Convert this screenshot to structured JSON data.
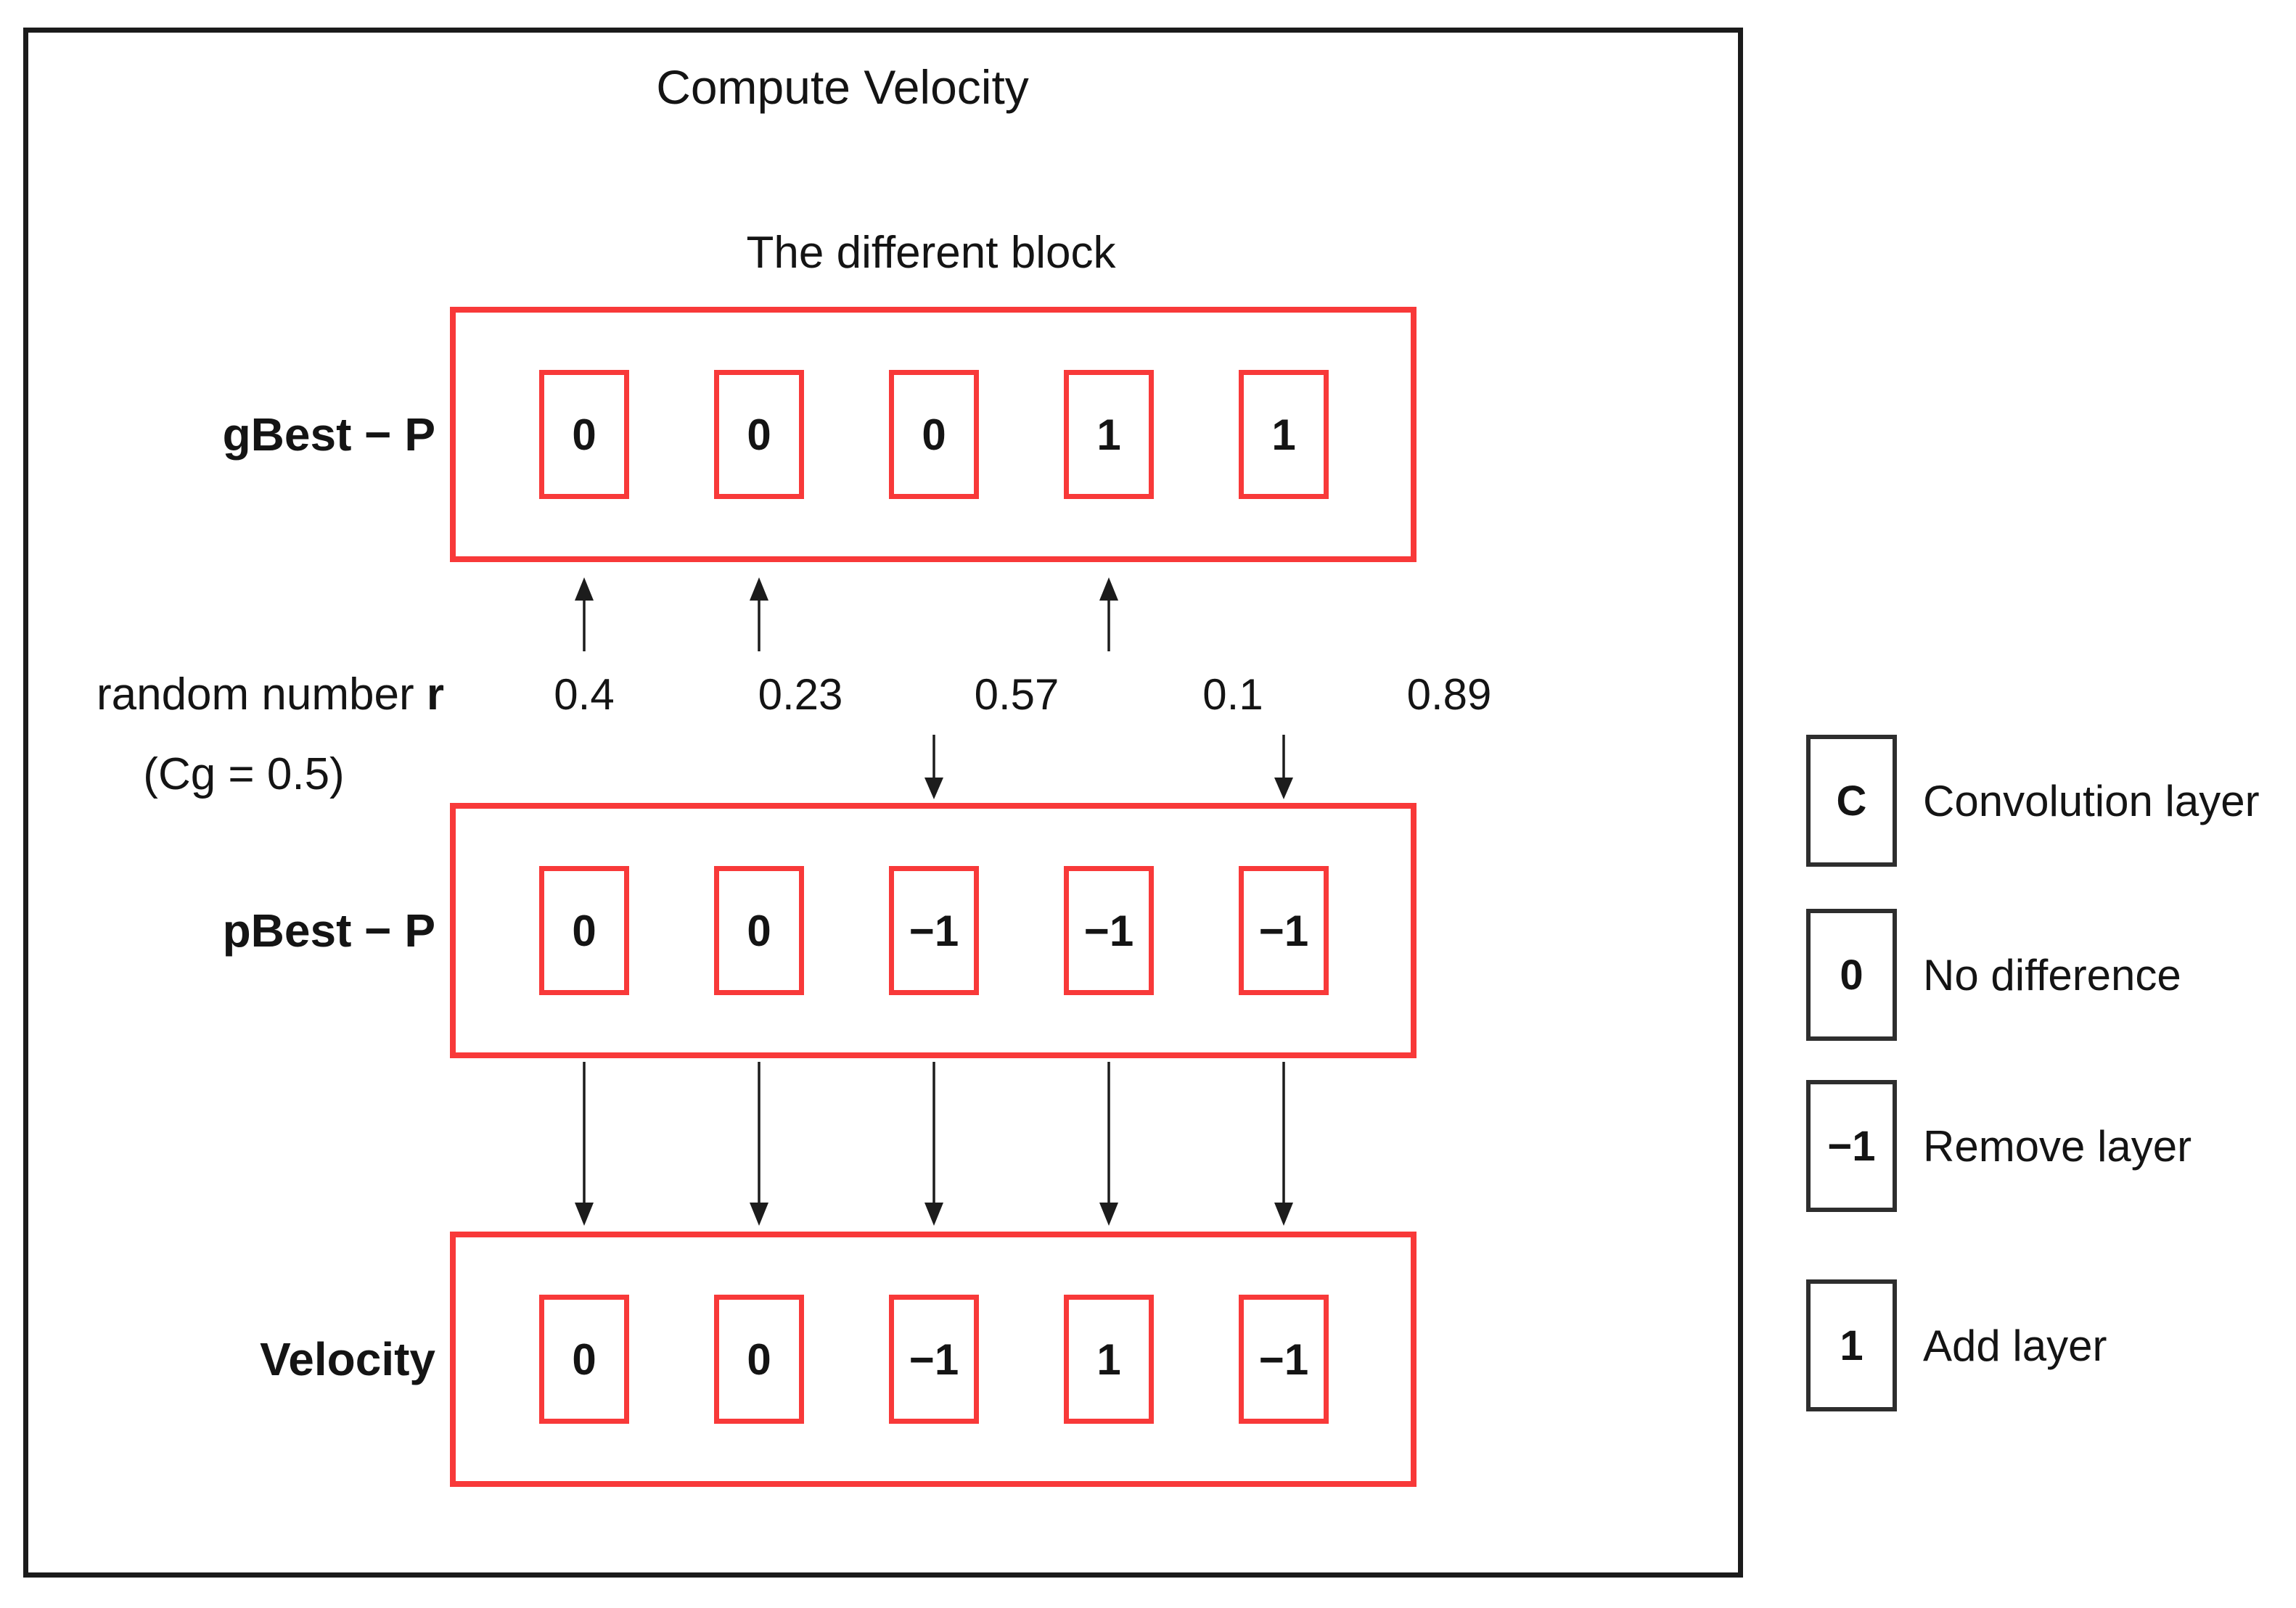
{
  "title": "Compute Velocity",
  "caption": "The different block",
  "rows": {
    "gbest": {
      "label": "gBest − P",
      "values": [
        "0",
        "0",
        "0",
        "1",
        "1"
      ]
    },
    "pbest": {
      "label": "pBest − P",
      "values": [
        "0",
        "0",
        "−1",
        "−1",
        "−1"
      ]
    },
    "velocity": {
      "label": "Velocity",
      "values": [
        "0",
        "0",
        "−1",
        "1",
        "−1"
      ]
    }
  },
  "random": {
    "label_prefix": "random number ",
    "label_r": "r",
    "threshold": "(Cg = 0.5)",
    "values": [
      "0.4",
      "0.23",
      "0.57",
      "0.1",
      "0.89"
    ]
  },
  "legend": {
    "items": [
      {
        "symbol": "C",
        "label": "Convolution layer"
      },
      {
        "symbol": "0",
        "label": "No difference"
      },
      {
        "symbol": "−1",
        "label": "Remove layer"
      },
      {
        "symbol": "1",
        "label": "Add layer"
      }
    ]
  },
  "colors": {
    "accent_red": "#f83939",
    "ink": "#141414"
  }
}
